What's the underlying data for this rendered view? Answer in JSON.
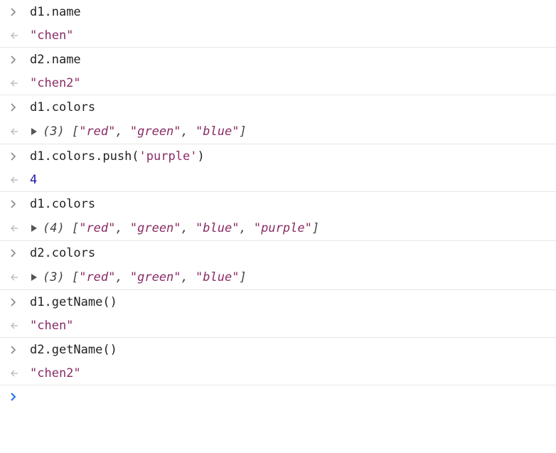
{
  "entries": [
    {
      "input": {
        "obj": "d1",
        "rest": ".name"
      },
      "result": {
        "kind": "string",
        "text": "\"chen\""
      }
    },
    {
      "input": {
        "obj": "d2",
        "rest": ".name"
      },
      "result": {
        "kind": "string",
        "text": "\"chen2\""
      }
    },
    {
      "input": {
        "obj": "d1",
        "rest": ".colors"
      },
      "result": {
        "kind": "array",
        "count": "(3)",
        "items": [
          "\"red\"",
          "\"green\"",
          "\"blue\""
        ]
      }
    },
    {
      "input": {
        "obj": "d1",
        "rest": ".colors.push(",
        "arg": "'purple'",
        "close": ")"
      },
      "result": {
        "kind": "number",
        "text": "4"
      }
    },
    {
      "input": {
        "obj": "d1",
        "rest": ".colors"
      },
      "result": {
        "kind": "array",
        "count": "(4)",
        "items": [
          "\"red\"",
          "\"green\"",
          "\"blue\"",
          "\"purple\""
        ]
      }
    },
    {
      "input": {
        "obj": "d2",
        "rest": ".colors"
      },
      "result": {
        "kind": "array",
        "count": "(3)",
        "items": [
          "\"red\"",
          "\"green\"",
          "\"blue\""
        ]
      }
    },
    {
      "input": {
        "obj": "d1",
        "rest": ".getName()"
      },
      "result": {
        "kind": "string",
        "text": "\"chen\""
      }
    },
    {
      "input": {
        "obj": "d2",
        "rest": ".getName()"
      },
      "result": {
        "kind": "string",
        "text": "\"chen2\""
      }
    }
  ],
  "colors": {
    "prompt_icon": "#888888",
    "result_icon": "#bbbbbb",
    "active_prompt": "#1a73e8",
    "string": "#8a2b66",
    "number": "#1a1aa6",
    "separator": "#e6e6e6"
  }
}
